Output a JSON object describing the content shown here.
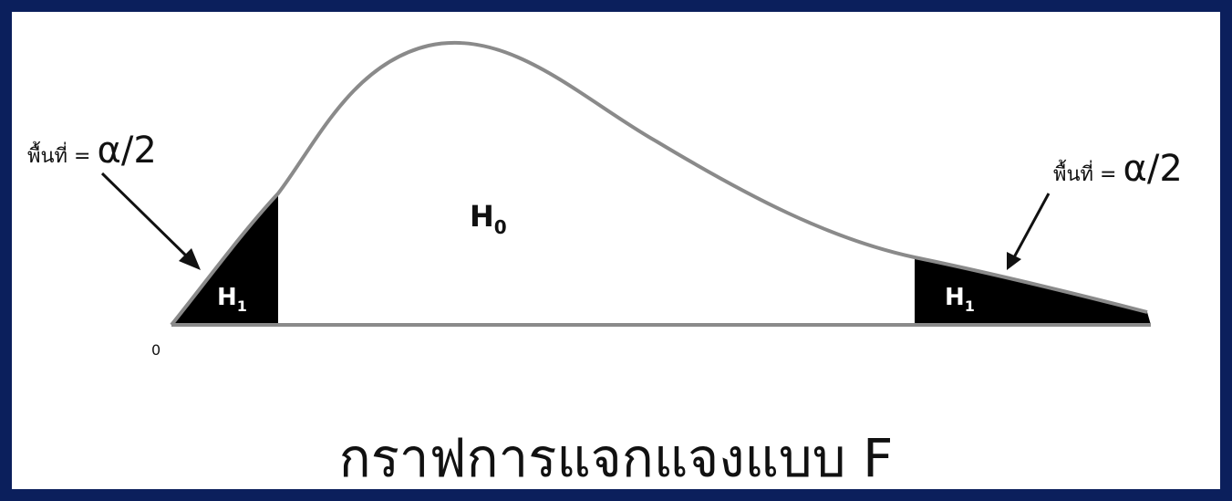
{
  "labels": {
    "area_left_prefix": "พื้นที่ = ",
    "area_right_prefix": "พื้นที่ = ",
    "alpha_half": "α/2",
    "null_region": "H",
    "null_sub": "0",
    "reject_region": "H",
    "reject_sub": "1",
    "origin": "0"
  },
  "caption": "กราฟการแจกแจงแบบ F",
  "colors": {
    "border": "#0b1f5c",
    "curve": "#8a8a8a",
    "baseline": "#8a8a8a",
    "shade": "#000000",
    "text": "#111111"
  }
}
